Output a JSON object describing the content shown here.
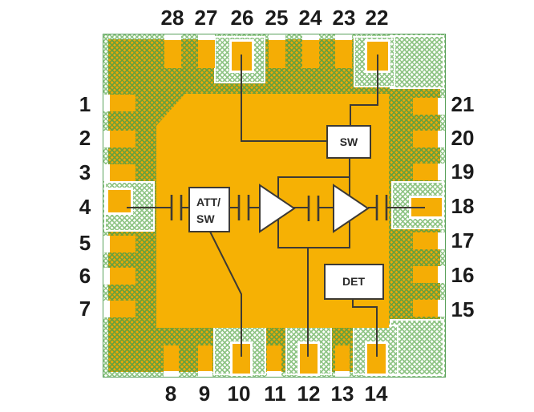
{
  "figure": {
    "type": "chip-package-pinout-diagram",
    "description": "28-pin QFN packaged MMIC die with overlaid functional schematic"
  },
  "pins": {
    "top": [
      "28",
      "27",
      "26",
      "25",
      "24",
      "23",
      "22"
    ],
    "left": [
      "1",
      "2",
      "3",
      "4",
      "5",
      "6",
      "7"
    ],
    "right": [
      "21",
      "20",
      "19",
      "18",
      "17",
      "16",
      "15"
    ],
    "bottom": [
      "8",
      "9",
      "10",
      "11",
      "12",
      "13",
      "14"
    ]
  },
  "blocks": {
    "att_sw_line1": "ATT/",
    "att_sw_line2": "SW",
    "sw": "SW",
    "det": "DET"
  },
  "components": {
    "amplifier_stages": 2,
    "dc_block_capacitors": 4
  },
  "colors": {
    "pad_orange": "#F5AD05",
    "die_orange": "#F6B104",
    "mesh_green_on_orange": "#68A03C",
    "mesh_green_on_white": "#8CC382",
    "schematic_line": "#3D3A35",
    "label_text": "#1B1B1B",
    "background": "#FFFFFF"
  }
}
